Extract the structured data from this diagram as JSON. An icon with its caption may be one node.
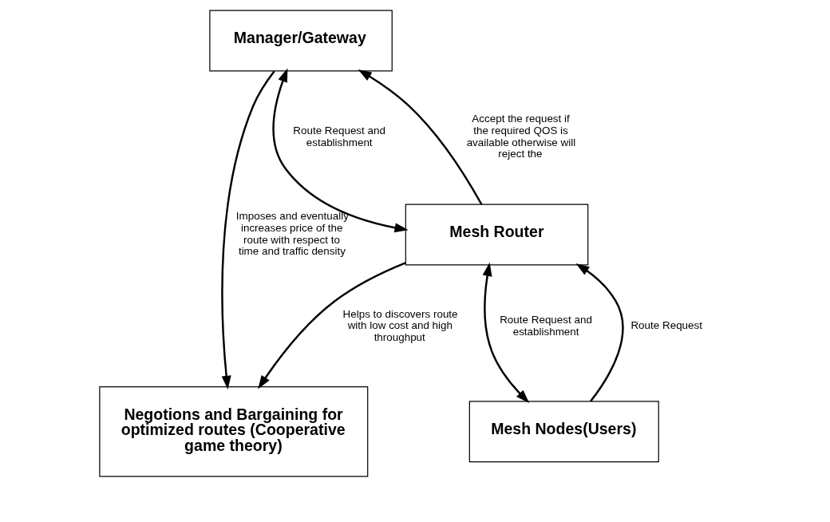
{
  "diagram": {
    "nodes": [
      {
        "text": [
          "Manager/Gateway"
        ]
      },
      {
        "text": [
          "Negotions and Bargaining for optimized routes (Cooperative game theory)"
        ]
      },
      {
        "text": [
          "Mesh Router"
        ]
      },
      {
        "text": [
          "Mesh Nodes(Users)"
        ]
      }
    ],
    "edges": [
      {
        "from": 0,
        "to": 1,
        "arrow": "to",
        "label": "Imposes and eventually increases price of the route with respect to time and traffic density"
      },
      {
        "from": 0,
        "to": 2,
        "arrow": "both",
        "label": "Route Request and establishment"
      },
      {
        "from": 2,
        "to": 0,
        "arrow": "to",
        "label": "Accept the request if the required QOS is available otherwise will reject the"
      },
      {
        "from": 2,
        "to": 1,
        "arrow": "to",
        "label": "Helps to discovers route with low cost and high throughput"
      },
      {
        "from": 2,
        "to": 3,
        "arrow": "both",
        "label": "Route Request and establishment"
      },
      {
        "from": 3,
        "to": 2,
        "arrow": "to",
        "label": "Route Request"
      }
    ]
  }
}
